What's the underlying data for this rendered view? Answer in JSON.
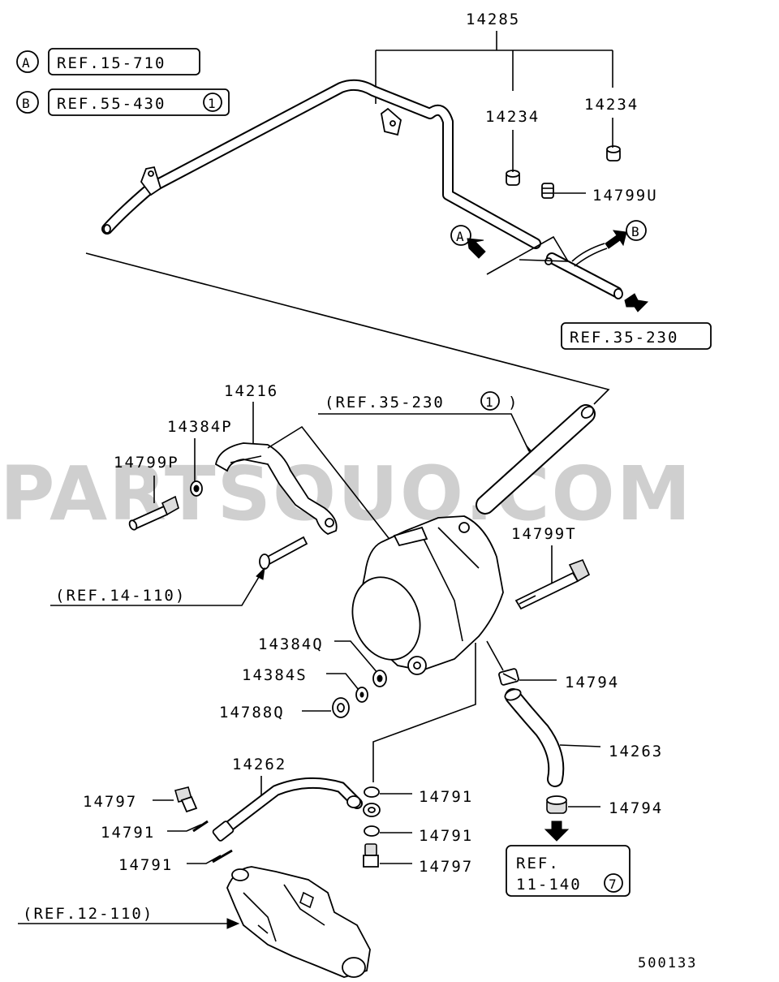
{
  "watermark": "PARTSOUQ.COM",
  "footer_code": "500133",
  "callouts": {
    "a_letter": "A",
    "a_ref": "REF.15-710",
    "b_letter": "B",
    "b_ref": "REF.55-430",
    "b_num": "1",
    "r35": "REF.35-230",
    "r35p": "(REF.35-230",
    "r35p_num": "1",
    "r35p_close": ")",
    "r14": "(REF.14-110)",
    "r12": "(REF.12-110)",
    "r11_a": "REF.",
    "r11_b": "11-140",
    "r11_num": "7"
  },
  "parts": {
    "p14285": "14285",
    "p14234a": "14234",
    "p14234b": "14234",
    "p14799u": "14799U",
    "p14216": "14216",
    "p14384p": "14384P",
    "p14799p": "14799P",
    "p14799t": "14799T",
    "p14384q": "14384Q",
    "p14384s": "14384S",
    "p14788q": "14788Q",
    "p14794a": "14794",
    "p14263": "14263",
    "p14794b": "14794",
    "p14262": "14262",
    "p14797a": "14797",
    "p14791a": "14791",
    "p14791b": "14791",
    "p14791c": "14791",
    "p14791d": "14791",
    "p14797b": "14797"
  }
}
